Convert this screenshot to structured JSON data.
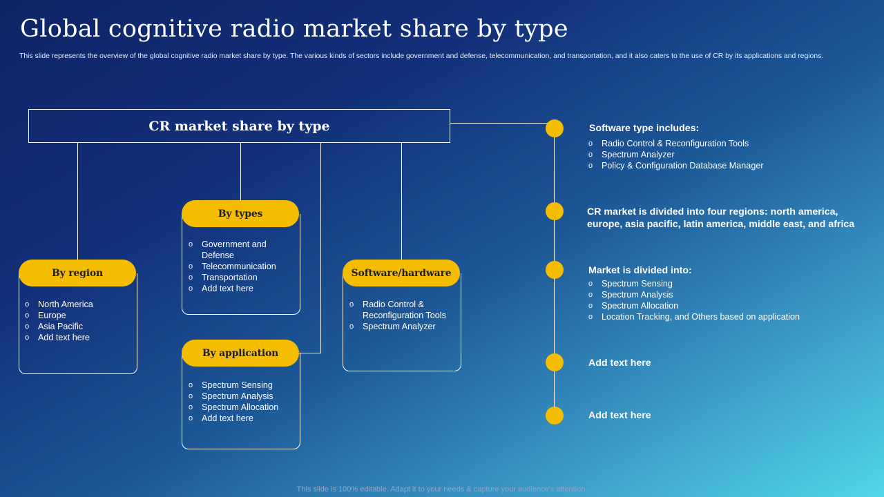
{
  "title": "Global cognitive radio market share by type",
  "subtitle": "This slide represents the overview of the global cognitive radio market share by type. The various kinds of sectors include government and defense, telecommunication,  and transportation, and it  also caters to the use of CR by its applications and regions.",
  "main_box": "CR market share by type",
  "cards": {
    "region": {
      "label": "By region",
      "items": [
        "North America",
        "Europe",
        "Asia Pacific",
        "Add text here"
      ]
    },
    "types": {
      "label": "By types",
      "items": [
        "Government  and",
        "Defense",
        "Telecommunication",
        "Transportation",
        "Add text here"
      ]
    },
    "application": {
      "label": "By application",
      "items": [
        "Spectrum Sensing",
        "Spectrum Analysis",
        "Spectrum Allocation",
        "Add text here"
      ]
    },
    "software": {
      "label": "Software/hardware",
      "items": [
        "Radio Control &",
        "Reconfiguration Tools",
        "Spectrum Analyzer"
      ]
    }
  },
  "right": {
    "r1": {
      "heading": "Software type includes:",
      "items": [
        "Radio Control & Reconfiguration  Tools",
        "Spectrum Analyzer",
        "Policy & Configuration  Database Manager"
      ]
    },
    "r2": {
      "line1": "CR market is divided into four regions: north america,",
      "line2": "europe, asia pacific, latin america, middle east, and africa"
    },
    "r3": {
      "heading": "Market is divided into:",
      "items": [
        "Spectrum Sensing",
        "Spectrum Analysis",
        "Spectrum Allocation",
        "Location Tracking, and Others based on application"
      ]
    },
    "r4": {
      "heading": "Add  text here"
    },
    "r5": {
      "heading": "Add  text here"
    }
  },
  "bullet_glyph": "o",
  "footer": "This slide is 100% editable. Adapt it to your needs & capture your audience's attention.",
  "colors": {
    "accent": "#f5bd00",
    "line": "#ffffff",
    "bg_top": "#0e2466",
    "bg_bottom": "#52d6e6"
  }
}
